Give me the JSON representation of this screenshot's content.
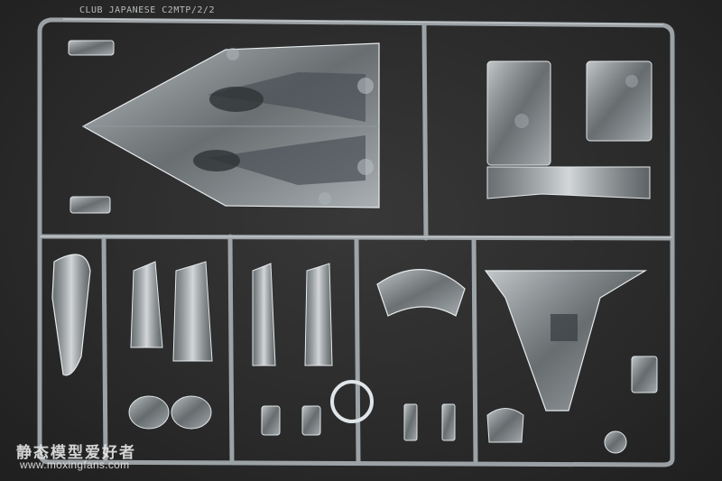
{
  "photo": {
    "subject": "clear plastic model kit sprue",
    "background_color": "#2b2b2b",
    "plastic_color": "#c9d0d4"
  },
  "sprue": {
    "part_code_text": "CLUB JAPANESE C2MTP/2/2"
  },
  "watermark": {
    "site_name_cn": "静态模型爱好者",
    "url": "www.moxingfans.com"
  }
}
